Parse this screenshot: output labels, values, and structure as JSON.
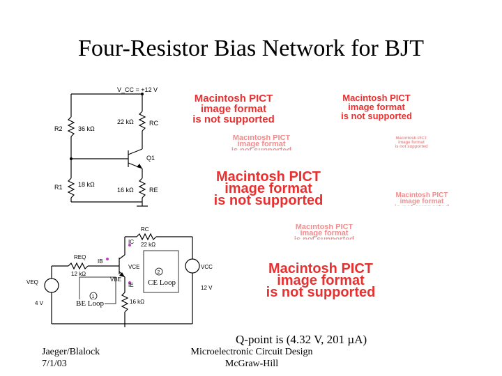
{
  "slide": {
    "title": "Four-Resistor Bias Network for BJT",
    "q_point": "Q-point is (4.32 V, 201 µA)",
    "footer_left": [
      "Jaeger/Blalock",
      "7/1/03"
    ],
    "footer_center": [
      "Microelectronic Circuit Design",
      "McGraw-Hill"
    ]
  },
  "placeholder_text": "Macintosh PICT\nimage format\nis not supported",
  "circuit_top": {
    "vcc": "V_CC = +12 V",
    "r2_name": "R2",
    "r2_value": "36 kΩ",
    "rc_name": "RC",
    "rc_value": "22 kΩ",
    "q1": "Q1",
    "r1_name": "R1",
    "r1_value": "18 kΩ",
    "re_name": "RE",
    "re_value": "16 kΩ"
  },
  "circuit_bottom": {
    "rc_name": "RC",
    "rc_value": "22 kΩ",
    "ic": "IC",
    "req_name": "REQ",
    "req_value": "12 kΩ",
    "ib": "IB",
    "vce": "VCE",
    "vbe": "VBE",
    "ie": "IE",
    "veq": "VEQ",
    "veq_value": "4 V",
    "vcc": "VCC",
    "vcc_value": "12 V",
    "re_value": "16 kΩ",
    "loop1": "1",
    "loop2": "2",
    "ce_loop": "CE Loop",
    "be_loop": "BE Loop"
  },
  "colors": {
    "placeholder_red": "#e83030",
    "loop_current_dot": "#c040c0"
  }
}
